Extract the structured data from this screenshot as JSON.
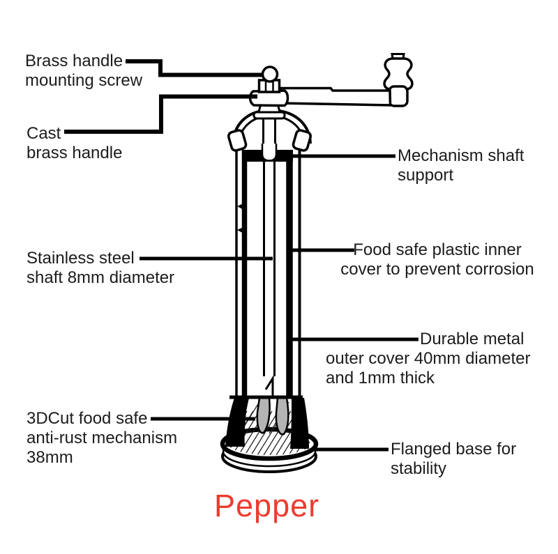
{
  "diagram": {
    "title": {
      "text": "Pepper",
      "color": "#ed3b2f"
    },
    "labels": {
      "brass_screw": {
        "line1": "Brass handle",
        "line2": "mounting screw"
      },
      "cast_handle": {
        "line1": "Cast",
        "line2": "brass handle"
      },
      "shaft_support": {
        "line1": "Mechanism shaft",
        "line2": "support"
      },
      "steel_shaft": {
        "line1": "Stainless steel",
        "line2": "shaft 8mm diameter"
      },
      "inner_cover": {
        "line1": "Food safe plastic inner",
        "line2": "cover to prevent corrosion"
      },
      "outer_cover": {
        "line1": "Durable metal",
        "line2": "outer cover 40mm diameter",
        "line3": "and 1mm thick"
      },
      "grind_mechanism": {
        "line1": "3DCut food safe",
        "line2": "anti-rust mechanism",
        "line3": "38mm"
      },
      "flanged_base": {
        "line1": "Flanged base for",
        "line2": "stability"
      }
    },
    "colors": {
      "ink": "#000000",
      "text": "#1c1c1c",
      "grinder_gray": "#b4b4b4",
      "background": "#ffffff"
    }
  }
}
